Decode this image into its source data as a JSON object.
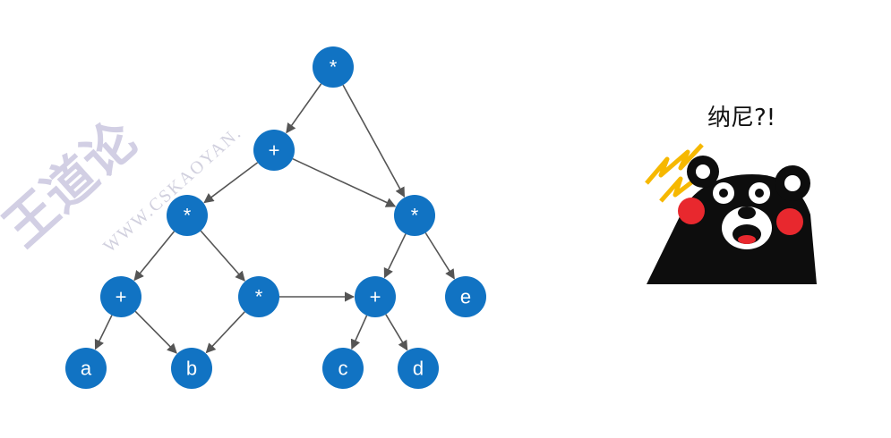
{
  "watermark": {
    "cjk": "王道论",
    "url": "WWW.CSKAOYAN."
  },
  "diagram": {
    "nodes": [
      {
        "id": "n1",
        "label": "*"
      },
      {
        "id": "n2",
        "label": "+"
      },
      {
        "id": "n3",
        "label": "*"
      },
      {
        "id": "n4",
        "label": "*"
      },
      {
        "id": "n5",
        "label": "+"
      },
      {
        "id": "n6",
        "label": "*"
      },
      {
        "id": "n7",
        "label": "+"
      },
      {
        "id": "n8",
        "label": "e"
      },
      {
        "id": "n9",
        "label": "a"
      },
      {
        "id": "n10",
        "label": "b"
      },
      {
        "id": "n11",
        "label": "c"
      },
      {
        "id": "n12",
        "label": "d"
      }
    ],
    "edges": [
      [
        "n1",
        "n2"
      ],
      [
        "n1",
        "n4"
      ],
      [
        "n2",
        "n3"
      ],
      [
        "n2",
        "n4"
      ],
      [
        "n3",
        "n5"
      ],
      [
        "n3",
        "n6"
      ],
      [
        "n4",
        "n7"
      ],
      [
        "n4",
        "n8"
      ],
      [
        "n5",
        "n9"
      ],
      [
        "n5",
        "n10"
      ],
      [
        "n6",
        "n10"
      ],
      [
        "n6",
        "n7"
      ],
      [
        "n7",
        "n11"
      ],
      [
        "n7",
        "n12"
      ]
    ]
  },
  "sticker": {
    "caption": "纳尼?!",
    "bear_color": "#0d0d0d",
    "cheek_color": "#e8282e",
    "burst_color": "#f6b800"
  }
}
